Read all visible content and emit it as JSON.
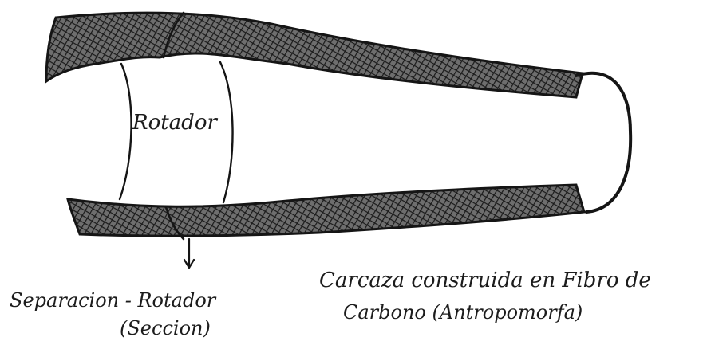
{
  "labels": {
    "rotor": "Rotador",
    "separation_line1": "Separacion - Rotador",
    "separation_line2": "(Seccion)",
    "casing_line1": "Carcaza construida en Fibro de",
    "casing_line2": "Carbono (Antropomorfa)"
  },
  "colors": {
    "ink": "#151515",
    "hatch": "#2a2a2a",
    "paper": "#ffffff"
  }
}
